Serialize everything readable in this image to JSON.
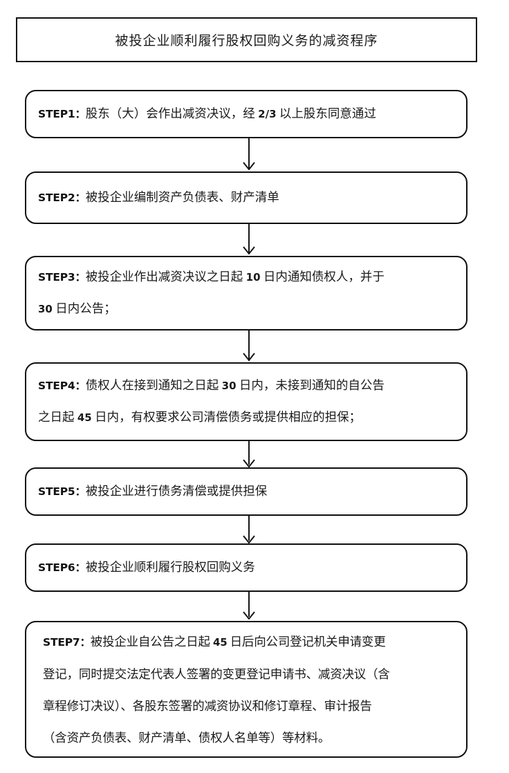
{
  "diagram": {
    "type": "flowchart",
    "orientation": "vertical-top-to-bottom",
    "title": "被投企业顺利履行股权回购义务的减资程序",
    "node_shape": "rounded-rectangle",
    "title_shape": "rectangle",
    "connector": "downward-arrow",
    "colors": {
      "stroke": "#0f0f0f",
      "text": "#1a1a1a",
      "background": "#ffffff"
    },
    "steps": [
      {
        "id": "step1",
        "label": "STEP1：",
        "lines": [
          "STEP1：股东（大）会作出减资决议，经 2/3 以上股东同意通过"
        ],
        "text": "股东（大）会作出减资决议，经 2/3 以上股东同意通过"
      },
      {
        "id": "step2",
        "label": "STEP2：",
        "lines": [
          "STEP2：被投企业编制资产负债表、财产清单"
        ],
        "text": "被投企业编制资产负债表、财产清单"
      },
      {
        "id": "step3",
        "label": "STEP3：",
        "lines": [
          "STEP3：被投企业作出减资决议之日起 10 日内通知债权人，并于",
          "30 日内公告；"
        ],
        "text": "被投企业作出减资决议之日起 10 日内通知债权人，并于 30 日内公告；"
      },
      {
        "id": "step4",
        "label": "STEP4：",
        "lines": [
          "STEP4：债权人在接到通知之日起 30 日内，未接到通知的自公告",
          "之日起 45 日内，有权要求公司清偿债务或提供相应的担保；"
        ],
        "text": "债权人在接到通知之日起 30 日内，未接到通知的自公告之日起 45 日内，有权要求公司清偿债务或提供相应的担保；"
      },
      {
        "id": "step5",
        "label": "STEP5：",
        "lines": [
          "STEP5：被投企业进行债务清偿或提供担保"
        ],
        "text": "被投企业进行债务清偿或提供担保"
      },
      {
        "id": "step6",
        "label": "STEP6：",
        "lines": [
          "STEP6：被投企业顺利履行股权回购义务"
        ],
        "text": "被投企业顺利履行股权回购义务"
      },
      {
        "id": "step7",
        "label": "STEP7：",
        "lines": [
          "STEP7：被投企业自公告之日起 45 日后向公司登记机关申请变更",
          "登记，同时提交法定代表人签署的变更登记申请书、减资决议（含",
          "章程修订决议）、各股东签署的减资协议和修订章程、审计报告",
          "（含资产负债表、财产清单、债权人名单等）等材料。"
        ],
        "text": "被投企业自公告之日起 45 日后向公司登记机关申请变更登记，同时提交法定代表人签署的变更登记申请书、减资决议（含章程修订决议）、各股东签署的减资协议和修订章程、审计报告（含资产负债表、财产清单、债权人名单等）等材料。"
      }
    ],
    "arrows": [
      {
        "id": "arrow-1-2",
        "from": "step1",
        "to": "step2",
        "icon": "down-arrow-icon"
      },
      {
        "id": "arrow-2-3",
        "from": "step2",
        "to": "step3",
        "icon": "down-arrow-icon"
      },
      {
        "id": "arrow-3-4",
        "from": "step3",
        "to": "step4",
        "icon": "down-arrow-icon"
      },
      {
        "id": "arrow-4-5",
        "from": "step4",
        "to": "step5",
        "icon": "down-arrow-icon"
      },
      {
        "id": "arrow-5-6",
        "from": "step5",
        "to": "step6",
        "icon": "down-arrow-icon"
      },
      {
        "id": "arrow-6-7",
        "from": "step6",
        "to": "step7",
        "icon": "down-arrow-icon"
      }
    ]
  }
}
